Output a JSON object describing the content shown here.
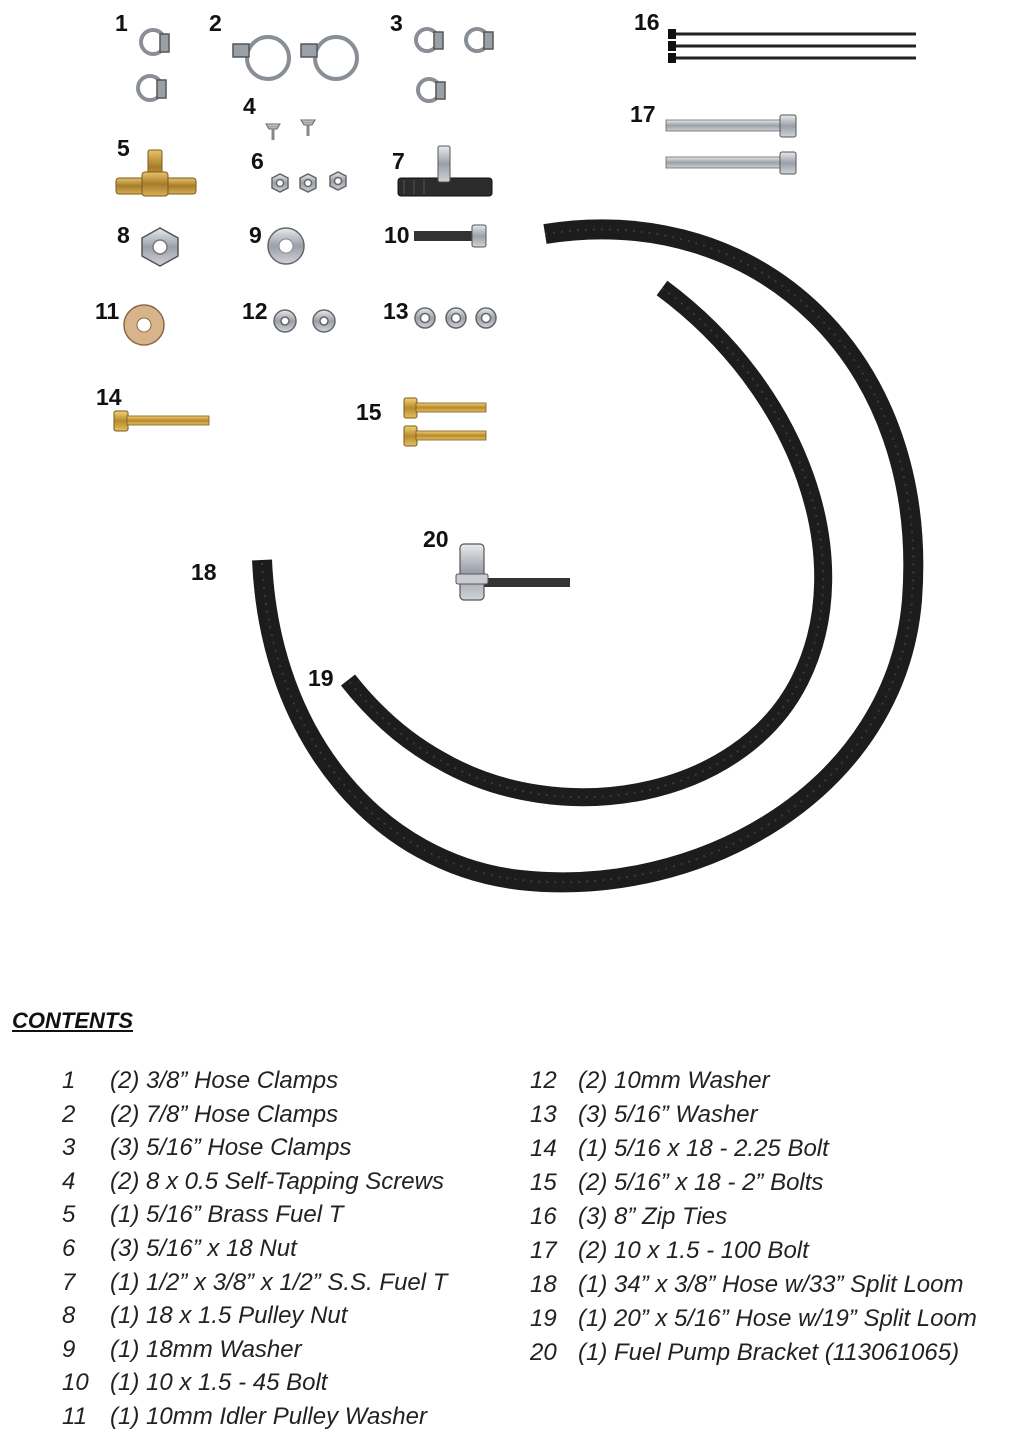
{
  "labels": [
    "1",
    "2",
    "3",
    "4",
    "5",
    "6",
    "7",
    "8",
    "9",
    "10",
    "11",
    "12",
    "13",
    "14",
    "15",
    "16",
    "17",
    "18",
    "19",
    "20"
  ],
  "contents_heading": "CONTENTS",
  "contents_left": [
    {
      "n": "1",
      "text": "(2) 3/8” Hose Clamps"
    },
    {
      "n": "2",
      "text": "(2) 7/8” Hose Clamps"
    },
    {
      "n": "3",
      "text": "(3) 5/16” Hose Clamps"
    },
    {
      "n": "4",
      "text": "(2) 8 x 0.5 Self-Tapping Screws"
    },
    {
      "n": "5",
      "text": "(1) 5/16” Brass Fuel T"
    },
    {
      "n": "6",
      "text": "(3) 5/16” x 18 Nut"
    },
    {
      "n": "7",
      "text": "(1) 1/2” x 3/8” x 1/2” S.S. Fuel T"
    },
    {
      "n": "8",
      "text": "(1) 18 x 1.5 Pulley Nut"
    },
    {
      "n": "9",
      "text": "(1) 18mm Washer"
    },
    {
      "n": "10",
      "text": "(1) 10 x 1.5 - 45 Bolt"
    },
    {
      "n": "11",
      "text": "(1) 10mm Idler Pulley Washer"
    }
  ],
  "contents_right": [
    {
      "n": "12",
      "text": "(2) 10mm Washer"
    },
    {
      "n": "13",
      "text": "(3) 5/16” Washer"
    },
    {
      "n": "14",
      "text": "(1) 5/16 x 18 - 2.25 Bolt"
    },
    {
      "n": "15",
      "text": "(2) 5/16” x 18 - 2” Bolts"
    },
    {
      "n": "16",
      "text": "(3) 8” Zip Ties"
    },
    {
      "n": "17",
      "text": "(2) 10 x 1.5 - 100 Bolt"
    },
    {
      "n": "18",
      "text": "(1) 34” x 3/8” Hose w/33” Split Loom"
    },
    {
      "n": "19",
      "text": "(1) 20” x 5/16” Hose w/19” Split Loom"
    },
    {
      "n": "20",
      "text": "(1) Fuel Pump Bracket (113061065)"
    }
  ],
  "colors": {
    "steel": "#b8bcc2",
    "brass": "#c9a24a",
    "gold": "#cfa640",
    "hose": "#1c1c1c",
    "copper": "#c49a6c"
  }
}
